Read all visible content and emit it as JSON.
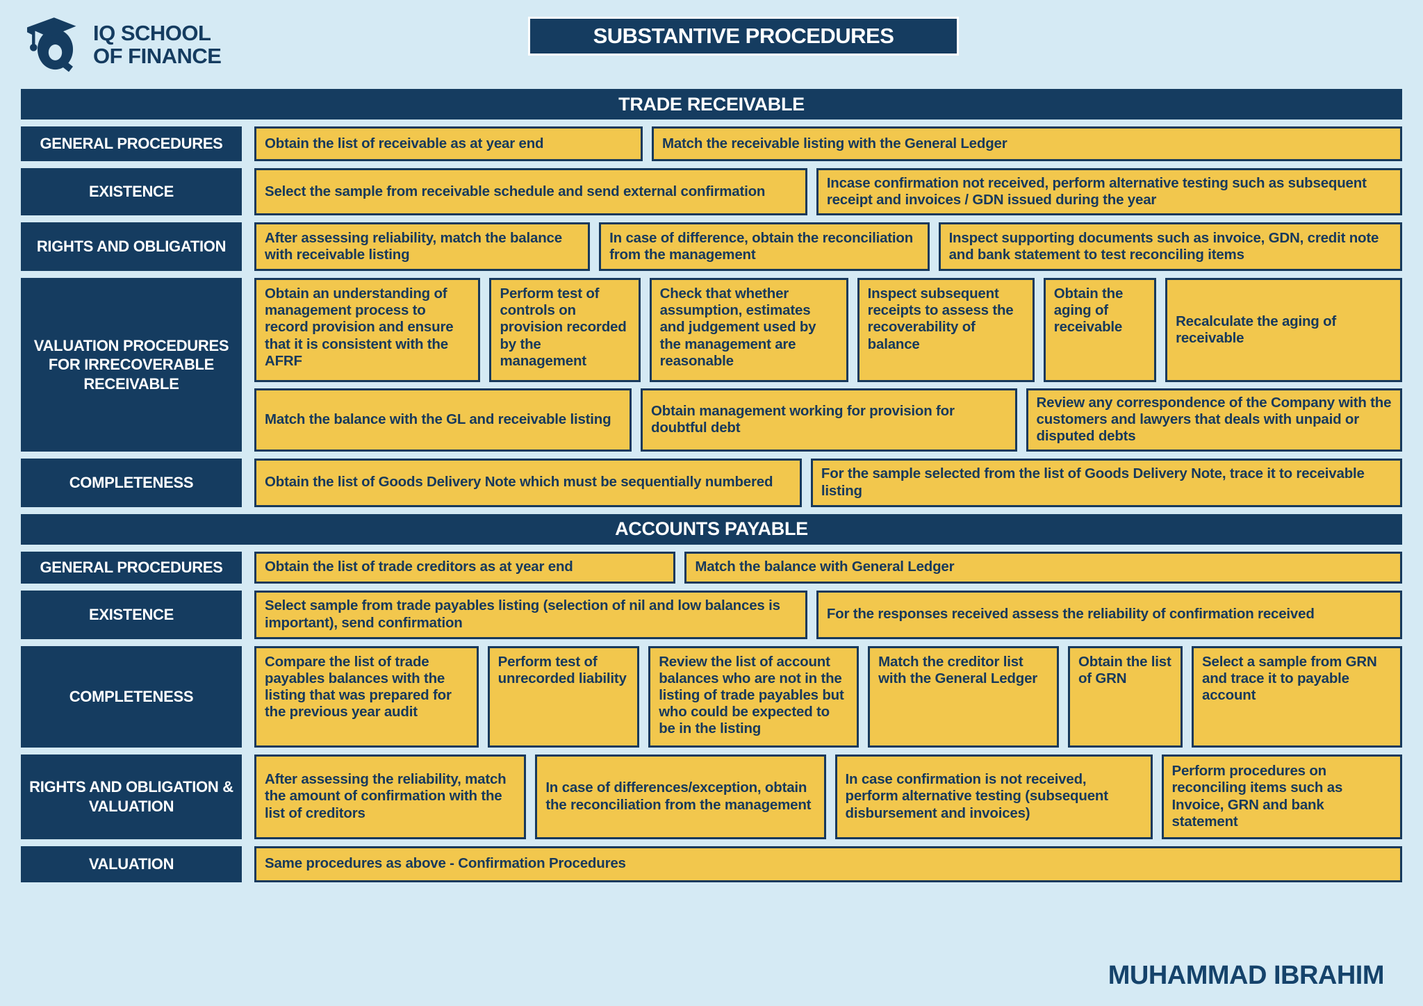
{
  "header": {
    "logo_line1": "IQ SCHOOL",
    "logo_line2": "OF FINANCE",
    "title": "SUBSTANTIVE PROCEDURES"
  },
  "footer": {
    "author": "MUHAMMAD IBRAHIM"
  },
  "colors": {
    "navy": "#153C60",
    "yellow": "#F2C74D",
    "background": "#D5EAF4",
    "cell_text": "#17395C"
  },
  "sections": [
    {
      "title": "TRADE RECEIVABLE",
      "rows": [
        {
          "label": "GENERAL PROCEDURES",
          "cells": [
            "Obtain the list of receivable as at year end",
            "Match the receivable listing with the General Ledger"
          ]
        },
        {
          "label": "EXISTENCE",
          "cells": [
            "Select the sample from receivable schedule and send external confirmation",
            "Incase confirmation not received, perform alternative testing such as subsequent receipt and invoices / GDN issued during the year"
          ]
        },
        {
          "label": "RIGHTS AND OBLIGATION",
          "cells": [
            "After assessing reliability, match the balance with receivable listing",
            "In case of difference, obtain the reconciliation from the management",
            "Inspect supporting documents such as invoice, GDN, credit note and bank statement to test reconciling items"
          ]
        },
        {
          "label": "VALUATION PROCEDURES FOR IRRECOVERABLE RECEIVABLE",
          "cells_top": [
            "Obtain an understanding of management process to record provision and ensure that it is consistent with the AFRF",
            "Perform test of controls on provision recorded by the management",
            "Check that whether assumption, estimates and judgement used by the management are reasonable",
            "Inspect subsequent receipts to assess the recoverability of balance",
            "Obtain the aging of receivable",
            "Recalculate the aging of receivable"
          ],
          "cells_bottom": [
            "Match the balance with the GL and receivable listing",
            "Obtain management working for provision for doubtful debt",
            "Review any correspondence of the Company with the customers and lawyers that deals with unpaid or disputed debts"
          ]
        },
        {
          "label": "COMPLETENESS",
          "cells": [
            "Obtain the list of Goods Delivery Note which must be sequentially numbered",
            "For the sample selected from the list of Goods Delivery Note, trace it to receivable listing"
          ]
        }
      ]
    },
    {
      "title": "ACCOUNTS PAYABLE",
      "rows": [
        {
          "label": "GENERAL PROCEDURES",
          "cells": [
            "Obtain the list of trade creditors as at year end",
            "Match the balance with General Ledger"
          ]
        },
        {
          "label": "EXISTENCE",
          "cells": [
            "Select sample from trade payables listing (selection of nil and low balances is important), send confirmation",
            "For the responses received assess the reliability of confirmation received"
          ]
        },
        {
          "label": "COMPLETENESS",
          "cells": [
            "Compare the list of trade payables balances with the listing that was prepared for the previous year audit",
            "Perform test of unrecorded liability",
            "Review the list of account balances who are not in the listing of trade payables but who could be expected to be in the listing",
            "Match the creditor list with the General Ledger",
            "Obtain the list of GRN",
            "Select a sample from GRN and trace it to payable account"
          ]
        },
        {
          "label": "RIGHTS AND OBLIGATION & VALUATION",
          "cells": [
            "After assessing the reliability, match the amount of confirmation with the list of creditors",
            "In case of differences/exception, obtain the reconciliation from the management",
            "In case confirmation is not received, perform alternative testing (subsequent disbursement and invoices)",
            "Perform procedures on reconciling items such as Invoice, GRN and bank statement"
          ]
        },
        {
          "label": "VALUATION",
          "cells": [
            "Same procedures as above - Confirmation Procedures"
          ]
        }
      ]
    }
  ]
}
